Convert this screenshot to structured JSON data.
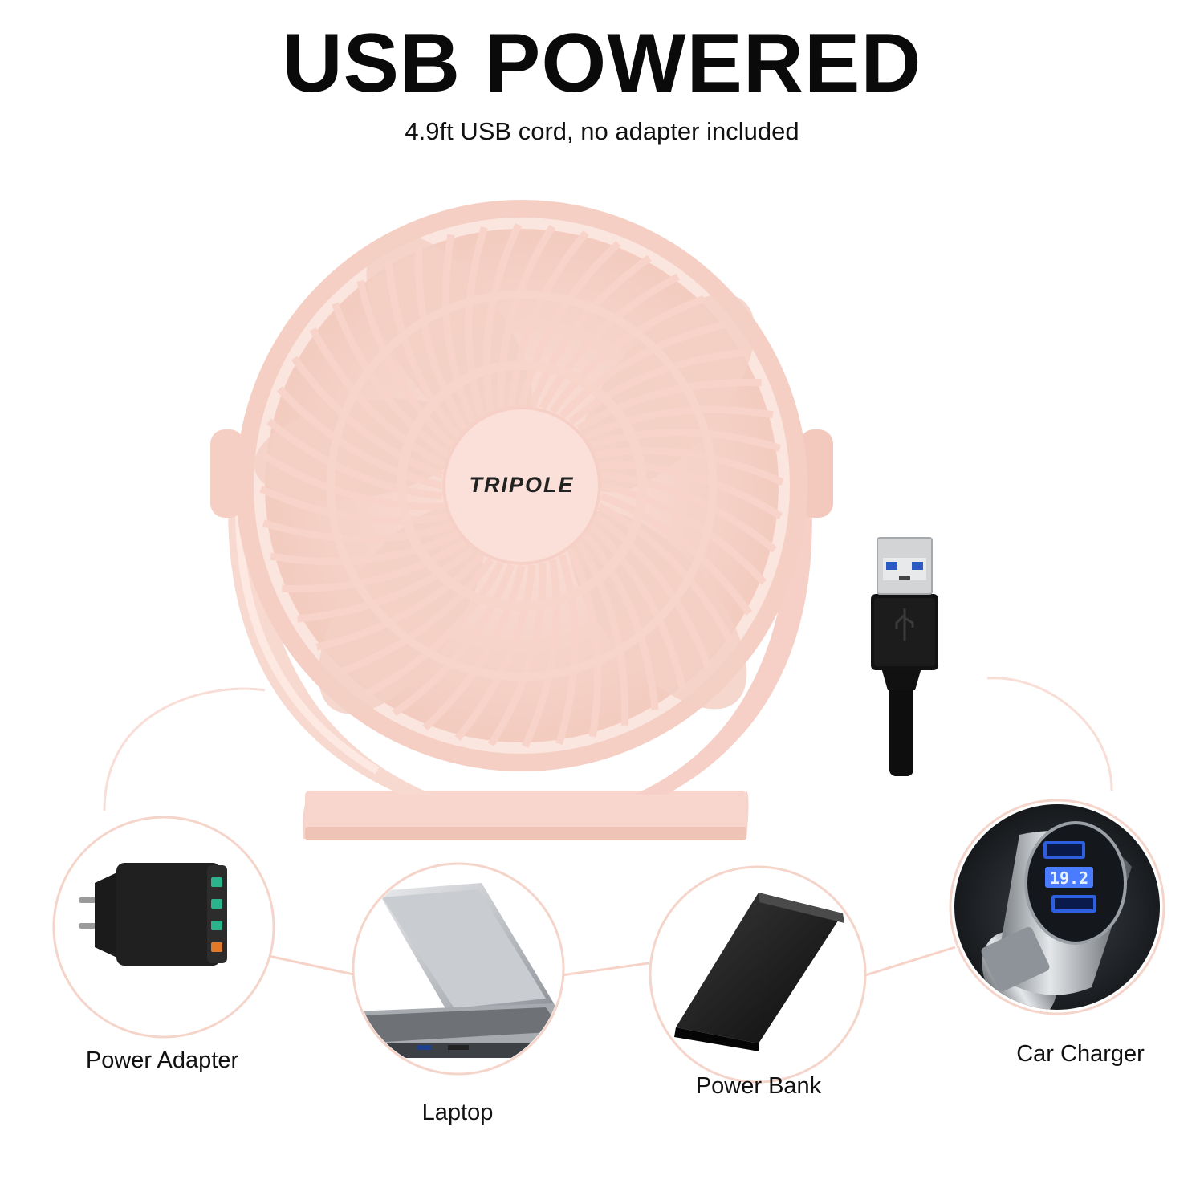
{
  "header": {
    "title": "USB POWERED",
    "subtitle": "4.9ft USB cord, no adapter included"
  },
  "product": {
    "brand_logo": "TRIPOLE",
    "color": "#f6d5cc",
    "accent": "#efc2b6"
  },
  "cable": {
    "icon": "usb-a-cable-icon"
  },
  "power_sources": [
    {
      "label": "Power Adapter",
      "icon": "wall-adapter-icon"
    },
    {
      "label": "Laptop",
      "icon": "laptop-icon"
    },
    {
      "label": "Power Bank",
      "icon": "power-bank-icon"
    },
    {
      "label": "Car Charger",
      "icon": "car-charger-icon"
    }
  ],
  "car_charger_display": "19.2"
}
